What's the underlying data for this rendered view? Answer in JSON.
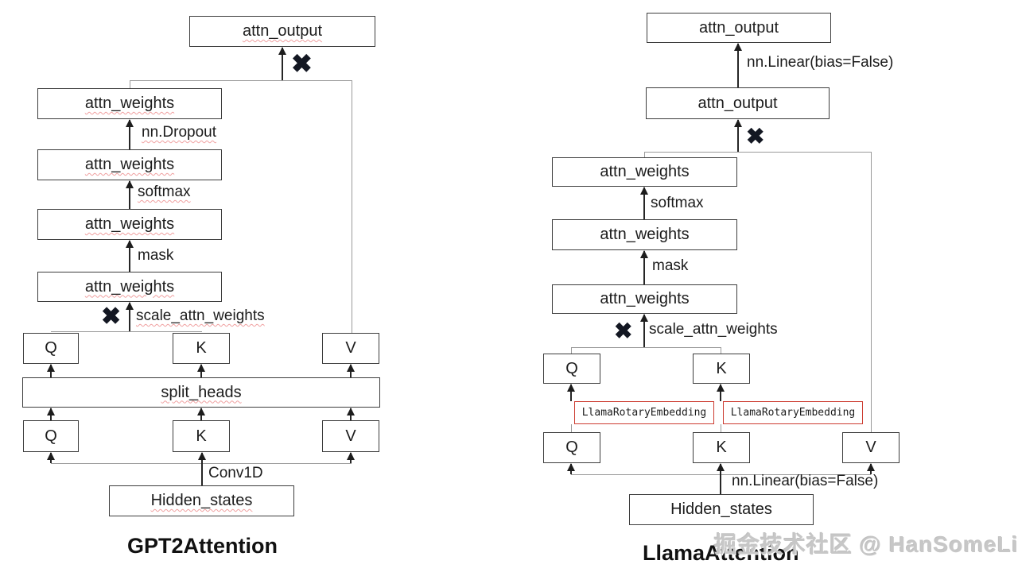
{
  "symbols": {
    "multiply": "✖"
  },
  "colors": {
    "box_border": "#3d3d3d",
    "rotary_box_border": "#cc3b30",
    "spellcheck_underline": "#f0a0a0",
    "connector_gray": "#9a9a9a",
    "arrow_black": "#1d1d1d",
    "multiply_symbol": "#131722",
    "watermark_gray": "#c7c7c7"
  },
  "gpt2": {
    "title": "GPT2Attention",
    "attn_output": "attn_output",
    "attn_weights": "attn_weights",
    "dropout": "nn.Dropout",
    "softmax": "softmax",
    "mask": "mask",
    "scale": "scale_attn_weights",
    "q": "Q",
    "k": "K",
    "v": "V",
    "split_heads": "split_heads",
    "conv1d": "Conv1D",
    "hidden_states": "Hidden_states"
  },
  "llama": {
    "title": "LlamaAttention",
    "attn_output": "attn_output",
    "linear": "nn.Linear(bias=False)",
    "attn_weights": "attn_weights",
    "softmax": "softmax",
    "mask": "mask",
    "scale": "scale_attn_weights",
    "q": "Q",
    "k": "K",
    "v": "V",
    "rotary": "LlamaRotaryEmbedding",
    "hidden_states": "Hidden_states"
  },
  "watermark": "掘金技术社区 @ HanSomeLing"
}
